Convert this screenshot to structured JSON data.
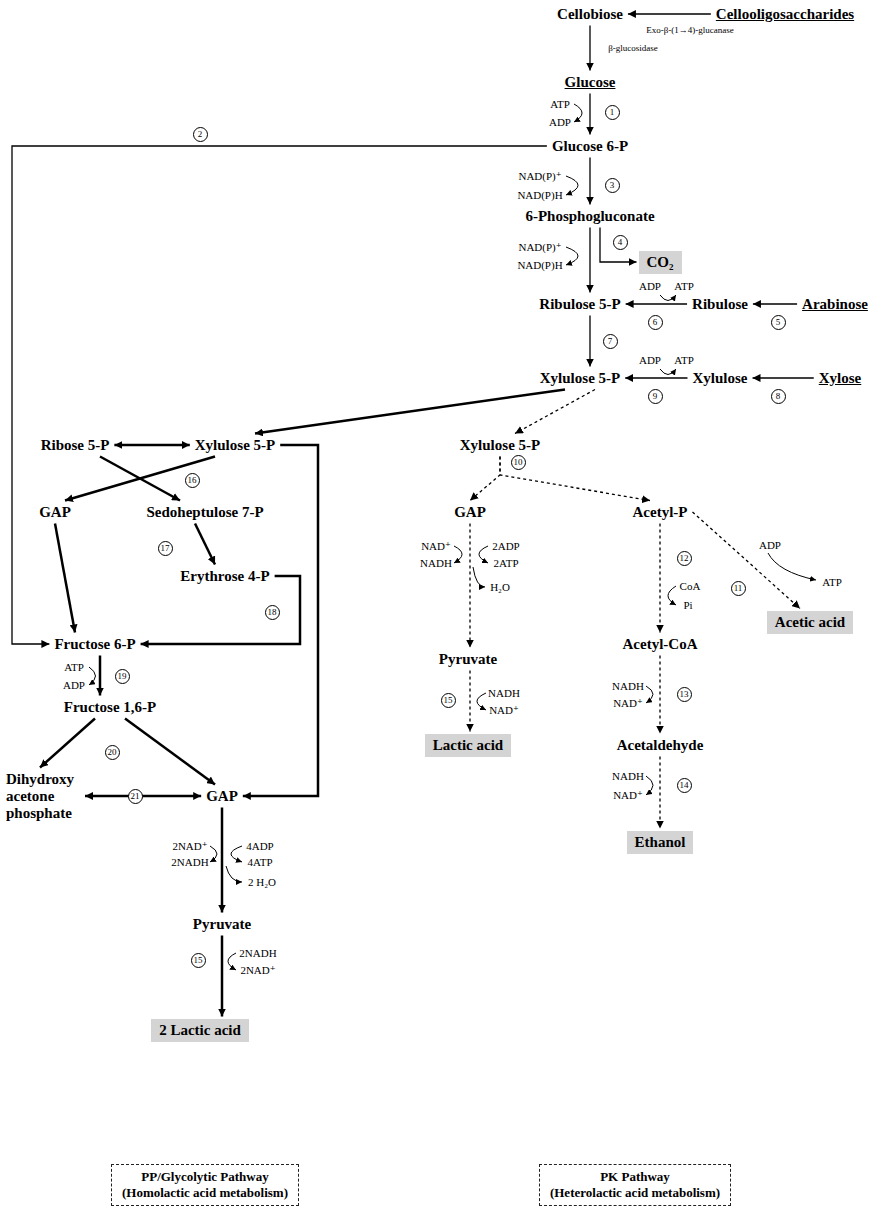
{
  "diagram": {
    "nodes": [
      {
        "text": [
          "Cellobiose"
        ]
      },
      {
        "text": [
          "Cellooligosaccharides"
        ]
      },
      {
        "text": [
          "Glucose"
        ]
      },
      {
        "text": [
          "Glucose 6-P"
        ]
      },
      {
        "text": [
          "6-Phosphogluconate"
        ]
      },
      {
        "text": [
          "CO₂"
        ]
      },
      {
        "text": [
          "Ribulose 5-P"
        ]
      },
      {
        "text": [
          "Ribulose"
        ]
      },
      {
        "text": [
          "Arabinose"
        ]
      },
      {
        "text": [
          "Xylulose 5-P"
        ]
      },
      {
        "text": [
          "Xylulose"
        ]
      },
      {
        "text": [
          "Xylose"
        ]
      },
      {
        "text": [
          "Ribose 5-P"
        ]
      },
      {
        "text": [
          "Xylulose 5-P"
        ]
      },
      {
        "text": [
          "Xylulose 5-P"
        ]
      },
      {
        "text": [
          "GAP"
        ]
      },
      {
        "text": [
          "Sedoheptulose 7-P"
        ]
      },
      {
        "text": [
          "Erythrose 4-P"
        ]
      },
      {
        "text": [
          "Fructose 6-P"
        ]
      },
      {
        "text": [
          "Fructose 1,6-P"
        ]
      },
      {
        "text": [
          "Dihydroxy acetone phosphate"
        ]
      },
      {
        "text": [
          "GAP"
        ]
      },
      {
        "text": [
          "Pyruvate"
        ]
      },
      {
        "text": [
          "2 Lactic acid"
        ]
      },
      {
        "text": [
          "GAP"
        ]
      },
      {
        "text": [
          "Acetyl-P"
        ]
      },
      {
        "text": [
          "Pyruvate"
        ]
      },
      {
        "text": [
          "Lactic acid"
        ]
      },
      {
        "text": [
          "Acetic acid"
        ]
      },
      {
        "text": [
          "Acetyl-CoA"
        ]
      },
      {
        "text": [
          "Acetaldehyde"
        ]
      },
      {
        "text": [
          "Ethanol"
        ]
      },
      {
        "text": [
          "PP/Glycolytic Pathway",
          "(Homolactic acid metabolism)"
        ]
      },
      {
        "text": [
          "PK Pathway",
          "(Heterolactic acid metabolism)"
        ]
      }
    ],
    "edges": [
      {
        "from": 1,
        "to": 0,
        "arrow": "to",
        "label": "Exo-β-(1→4)-glucanase"
      },
      {
        "from": 0,
        "to": 2,
        "arrow": "to",
        "label": "β-glucosidase"
      },
      {
        "from": 2,
        "to": 3,
        "arrow": "to"
      },
      {
        "from": 3,
        "to": 18,
        "arrow": "to"
      },
      {
        "from": 3,
        "to": 4,
        "arrow": "to"
      },
      {
        "from": 4,
        "to": 6,
        "arrow": "to"
      },
      {
        "from": 4,
        "to": 5,
        "arrow": "to"
      },
      {
        "from": 7,
        "to": 6,
        "arrow": "to"
      },
      {
        "from": 8,
        "to": 7,
        "arrow": "to"
      },
      {
        "from": 6,
        "to": 9,
        "arrow": "to"
      },
      {
        "from": 10,
        "to": 9,
        "arrow": "to"
      },
      {
        "from": 11,
        "to": 10,
        "arrow": "to"
      },
      {
        "from": 9,
        "to": 13,
        "arrow": "to"
      },
      {
        "from": 9,
        "to": 14,
        "arrow": "to"
      },
      {
        "from": 12,
        "to": 13,
        "arrow": "both"
      },
      {
        "from": 12,
        "to": 16,
        "arrow": "to"
      },
      {
        "from": 13,
        "to": 15,
        "arrow": "to"
      },
      {
        "from": 15,
        "to": 18,
        "arrow": "to"
      },
      {
        "from": 16,
        "to": 17,
        "arrow": "to"
      },
      {
        "from": 17,
        "to": 18,
        "arrow": "to"
      },
      {
        "from": 13,
        "to": 21,
        "arrow": "to"
      },
      {
        "from": 18,
        "to": 19,
        "arrow": "to"
      },
      {
        "from": 19,
        "to": 20,
        "arrow": "to"
      },
      {
        "from": 19,
        "to": 21,
        "arrow": "to"
      },
      {
        "from": 20,
        "to": 21,
        "arrow": "both"
      },
      {
        "from": 21,
        "to": 22,
        "arrow": "to"
      },
      {
        "from": 22,
        "to": 23,
        "arrow": "to"
      },
      {
        "from": 14,
        "to": 24,
        "arrow": "to"
      },
      {
        "from": 14,
        "to": 25,
        "arrow": "to"
      },
      {
        "from": 24,
        "to": 26,
        "arrow": "to"
      },
      {
        "from": 26,
        "to": 27,
        "arrow": "to"
      },
      {
        "from": 25,
        "to": 28,
        "arrow": "to"
      },
      {
        "from": 25,
        "to": 29,
        "arrow": "to"
      },
      {
        "from": 29,
        "to": 30,
        "arrow": "to"
      },
      {
        "from": 30,
        "to": 31,
        "arrow": "to"
      }
    ],
    "labels": [
      "ATP",
      "ADP",
      "1",
      "2",
      "NAD(P)⁺",
      "NAD(P)H",
      "3",
      "NAD(P)⁺",
      "NAD(P)H",
      "4",
      "ADP",
      "ATP",
      "6",
      "5",
      "7",
      "ADP",
      "ATP",
      "9",
      "8",
      "16",
      "17",
      "18",
      "ATP",
      "ADP",
      "19",
      "20",
      "21",
      "2NAD⁺",
      "2NADH",
      "4ADP",
      "4ATP",
      "2 H₂O",
      "15",
      "2NADH",
      "2NAD⁺",
      "10",
      "NAD⁺",
      "NADH",
      "2ADP",
      "2ATP",
      "H₂O",
      "15",
      "NADH",
      "NAD⁺",
      "ADP",
      "ATP",
      "11",
      "12",
      "CoA",
      "Pi",
      "NADH",
      "NAD⁺",
      "13",
      "NADH",
      "NAD⁺",
      "14"
    ]
  }
}
